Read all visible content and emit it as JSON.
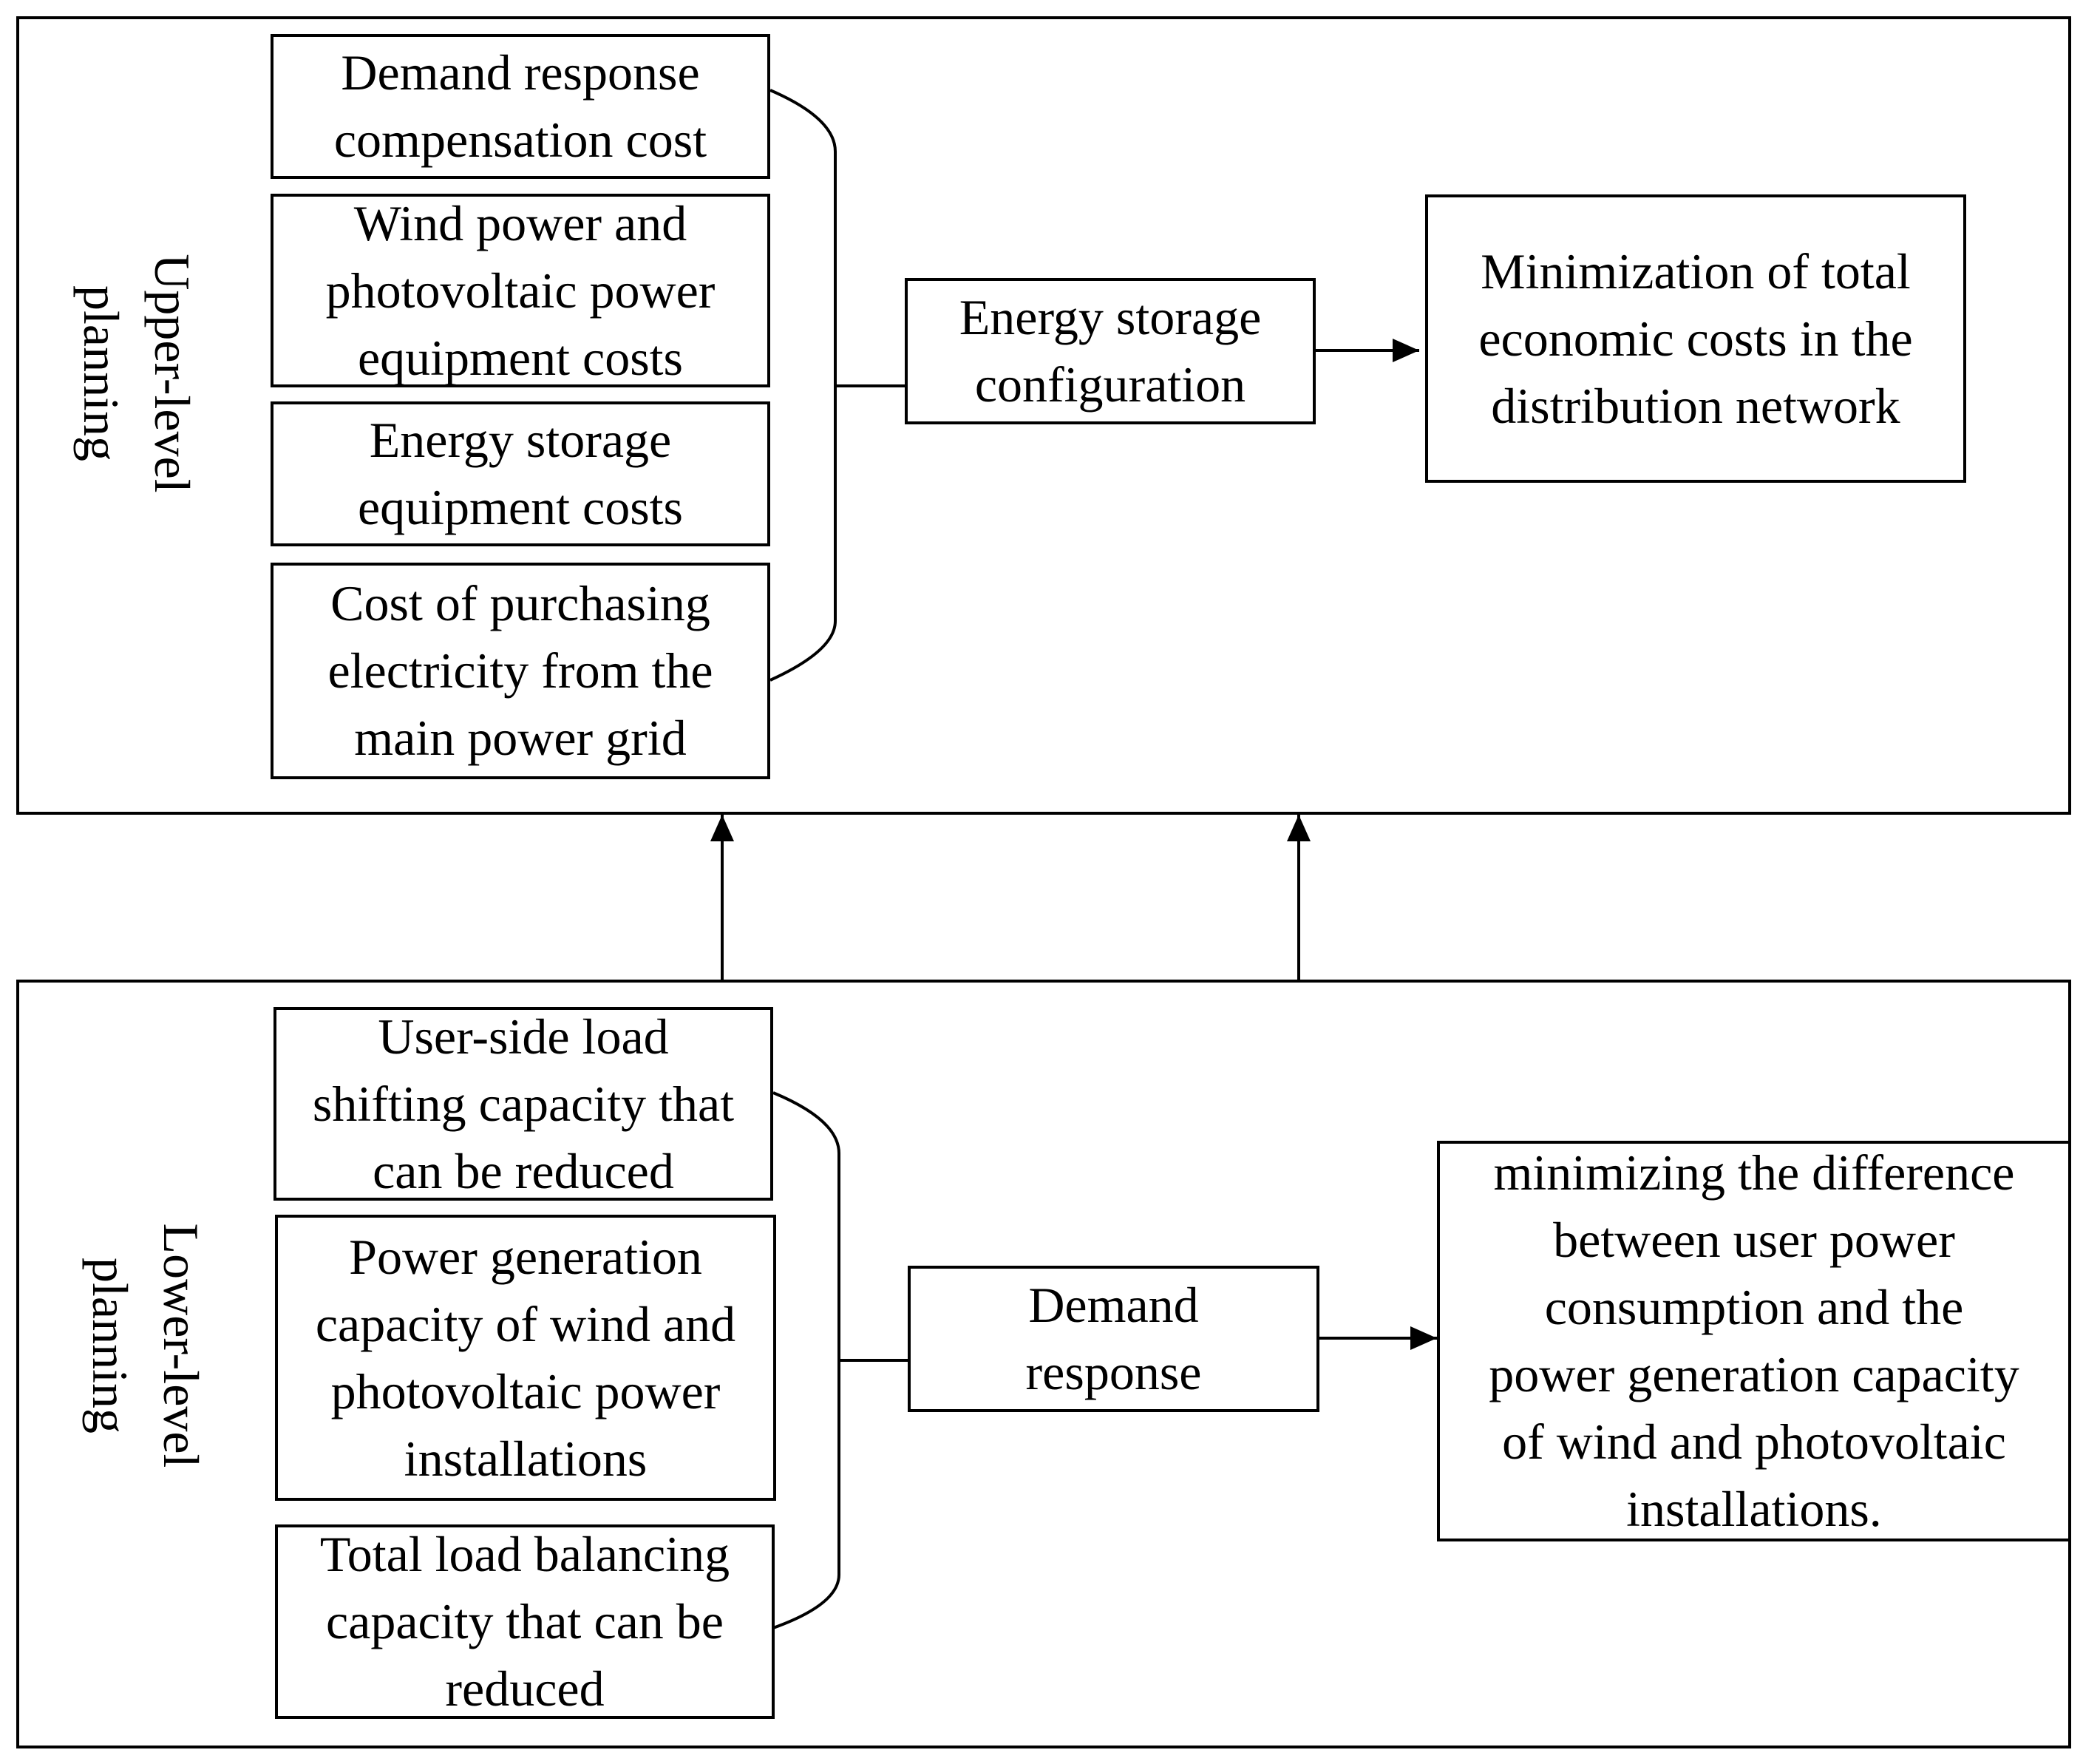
{
  "upper": {
    "label": "Upper-level\nplanning",
    "cost_items": [
      "Demand response\ncompensation cost",
      "Wind power and\nphotovoltaic power\nequipment costs",
      "Energy storage\nequipment costs",
      "Cost of purchasing\nelectricity from the\nmain power grid"
    ],
    "middle": "Energy storage\nconfiguration",
    "objective": "Minimization of total\neconomic costs in the\ndistribution network"
  },
  "lower": {
    "label": "Lower-level\nplanning",
    "items": [
      "User-side load\nshifting capacity that\ncan be reduced",
      "Power generation\ncapacity of wind and\nphotovoltaic power\ninstallations",
      "Total load balancing\ncapacity that can be\nreduced"
    ],
    "middle": "Demand\nresponse",
    "objective": "minimizing the difference\nbetween user power\nconsumption and the\npower generation capacity\nof wind and photovoltaic\ninstallations."
  }
}
